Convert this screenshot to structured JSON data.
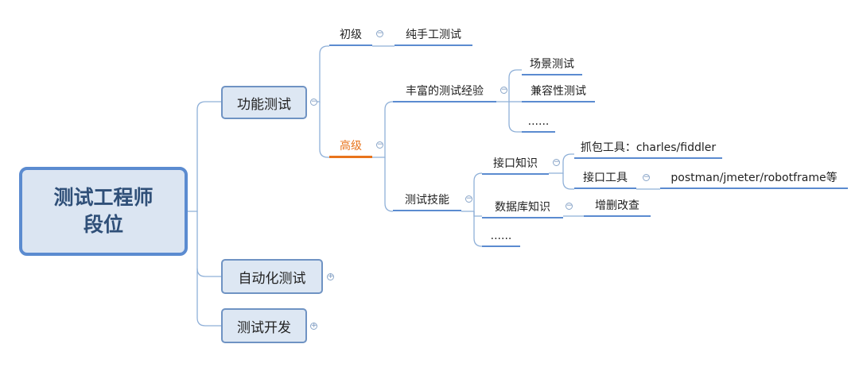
{
  "root": {
    "line1": "测试工程师",
    "line2": "段位"
  },
  "branches": {
    "functional": "功能测试",
    "automation": "自动化测试",
    "dev": "测试开发"
  },
  "functional": {
    "junior": "初级",
    "junior_leaf": "纯手工测试",
    "senior": "高级",
    "experience": "丰富的测试经验",
    "experience_items": [
      "场景测试",
      "兼容性测试",
      "......"
    ],
    "skills": "测试技能",
    "api_knowledge": "接口知识",
    "capture_tool": "抓包工具：charles/fiddler",
    "api_tool": "接口工具",
    "api_tool_leaf": "postman/jmeter/robotframe等",
    "db_knowledge": "数据库知识",
    "db_leaf": "增删改查",
    "skills_more": "......"
  },
  "toggles": {
    "collapse": "−",
    "expand": "+"
  },
  "colors": {
    "line": "#5b8bd0",
    "highlight": "#e8741c",
    "node_fill": "#dde7f3"
  }
}
